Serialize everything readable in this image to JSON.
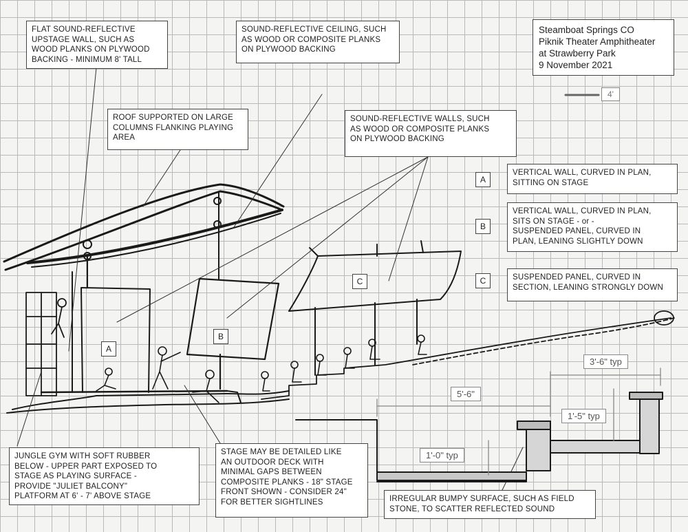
{
  "title_block": {
    "lines": "Steamboat Springs CO\nPiknik Theater Amphitheater\nat Strawberry Park\n9 November 2021"
  },
  "scale": {
    "label": "4'"
  },
  "notes": {
    "upstage_wall": "FLAT SOUND-REFLECTIVE\nUPSTAGE WALL, SUCH AS\nWOOD PLANKS ON PLYWOOD\nBACKING - MINIMUM 8' TALL",
    "ceiling": "SOUND-REFLECTIVE CEILING, SUCH\nAS WOOD OR COMPOSITE PLANKS\nON PLYWOOD BACKING",
    "roof": "ROOF SUPPORTED ON LARGE\nCOLUMNS FLANKING PLAYING\nAREA",
    "walls": "SOUND-REFLECTIVE WALLS, SUCH\nAS WOOD OR COMPOSITE PLANKS\nON PLYWOOD BACKING",
    "jungle_gym": "JUNGLE GYM WITH SOFT RUBBER\nBELOW - UPPER PART EXPOSED TO\nSTAGE AS PLAYING SURFACE -\nPROVIDE \"JULIET BALCONY\"\nPLATFORM AT 6' - 7' ABOVE STAGE",
    "stage": "STAGE MAY BE DETAILED LIKE\nAN OUTDOOR DECK WITH\nMINIMAL GAPS BETWEEN\nCOMPOSITE PLANKS - 18\" STAGE\nFRONT SHOWN - CONSIDER 24\"\nFOR BETTER SIGHTLINES",
    "surface": "IRREGULAR BUMPY SURFACE, SUCH AS FIELD\nSTONE, TO SCATTER REFLECTED SOUND"
  },
  "legend": [
    {
      "key": "A",
      "text": "VERTICAL WALL, CURVED IN PLAN,\nSITTING ON STAGE"
    },
    {
      "key": "B",
      "text": "VERTICAL WALL, CURVED IN PLAN,\nSITS ON STAGE - or -\nSUSPENDED PANEL, CURVED IN\nPLAN, LEANING SLIGHTLY DOWN"
    },
    {
      "key": "C",
      "text": "SUSPENDED PANEL, CURVED IN\nSECTION, LEANING STRONGLY DOWN"
    }
  ],
  "sketch_labels": {
    "a": "A",
    "b": "B",
    "c": "C"
  },
  "dimensions": {
    "row_width": "3'-6\" typ",
    "total_run": "5'-6\"",
    "riser": "1'-5\" typ",
    "step": "1'-0\" typ"
  }
}
